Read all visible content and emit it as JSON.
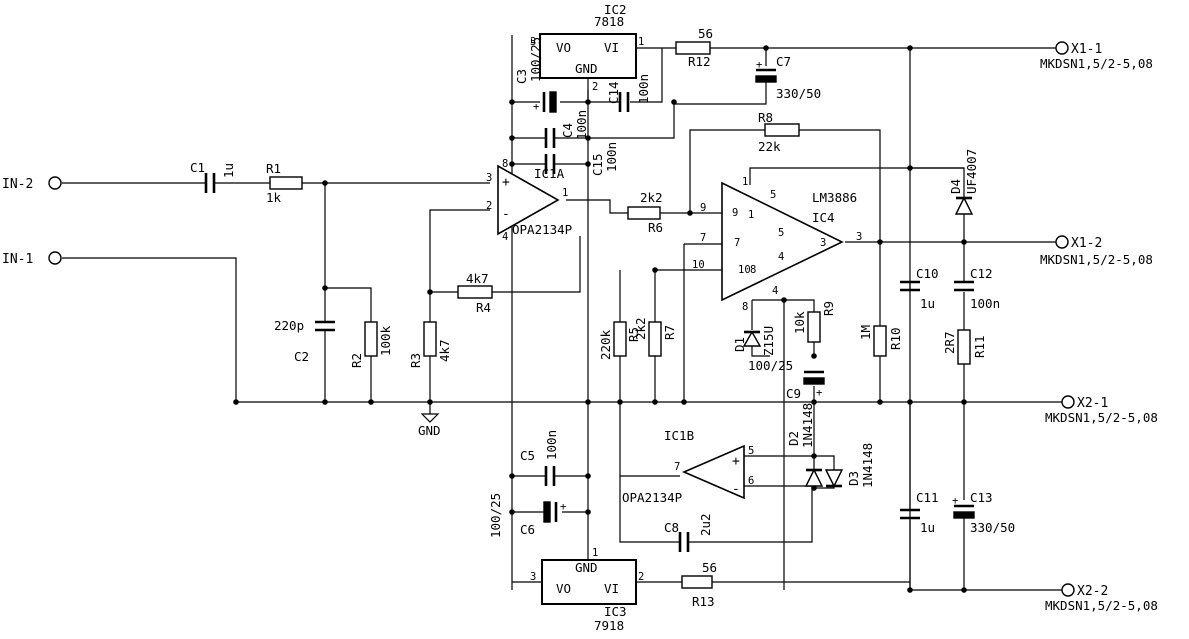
{
  "terminals": {
    "in2": "IN-2",
    "in1": "IN-1",
    "x11": "X1-1",
    "x12": "X1-2",
    "x21": "X2-1",
    "x22": "X2-2",
    "connector": "MKDSN1,5/2-5,08"
  },
  "ground_label": "GND",
  "regulators": {
    "ic2": {
      "ref": "IC2",
      "part": "7818",
      "vo": "VO",
      "vi": "VI",
      "gnd": "GND",
      "p1": "1",
      "p2": "2",
      "p3": "3"
    },
    "ic3": {
      "ref": "IC3",
      "part": "7918",
      "vo": "VO",
      "vi": "VI",
      "gnd": "GND",
      "p1": "1",
      "p2": "2",
      "p3": "3"
    }
  },
  "opamps": {
    "ic1a": {
      "ref": "IC1A",
      "part": "OPA2134P",
      "p3": "3",
      "p2": "2",
      "p1": "1",
      "p8": "8",
      "p4": "4"
    },
    "ic1b": {
      "ref": "IC1B",
      "part": "OPA2134P",
      "p5": "5",
      "p6": "6",
      "p7": "7"
    }
  },
  "power_amp": {
    "ref": "IC4",
    "part": "LM3886",
    "ext_pins": {
      "p1": "1",
      "p9": "9",
      "p7": "7",
      "p10": "10",
      "p3": "3",
      "p8": "8",
      "p4": "4"
    },
    "int_pins": {
      "i1": "1",
      "i5": "5",
      "i5b": "5",
      "i9": "9",
      "i7": "7",
      "i3": "3",
      "i4": "4",
      "i10": "10",
      "i8": "8"
    }
  },
  "components": {
    "c1": {
      "ref": "C1",
      "value": "1u"
    },
    "c2": {
      "ref": "C2",
      "value": "220p"
    },
    "c3": {
      "ref": "C3",
      "value": "100/25"
    },
    "c4": {
      "ref": "C4",
      "value": "100n"
    },
    "c5": {
      "ref": "C5",
      "value": "100n"
    },
    "c6": {
      "ref": "C6",
      "value": "100/25"
    },
    "c7": {
      "ref": "C7",
      "value": "330/50"
    },
    "c8": {
      "ref": "C8",
      "value": "2u2"
    },
    "c9": {
      "ref": "C9",
      "value": "100/25"
    },
    "c10": {
      "ref": "C10",
      "value": "1u"
    },
    "c11": {
      "ref": "C11",
      "value": "1u"
    },
    "c12": {
      "ref": "C12",
      "value": "100n"
    },
    "c13": {
      "ref": "C13",
      "value": "330/50"
    },
    "c14": {
      "ref": "C14",
      "value": "100n"
    },
    "c15": {
      "ref": "C15",
      "value": "100n"
    },
    "r1": {
      "ref": "R1",
      "value": "1k"
    },
    "r2": {
      "ref": "R2",
      "value": "100k"
    },
    "r3": {
      "ref": "R3",
      "value": "4k7"
    },
    "r4": {
      "ref": "R4",
      "value": "4k7"
    },
    "r5": {
      "ref": "R5",
      "value": "220k"
    },
    "r6": {
      "ref": "R6",
      "value": "2k2"
    },
    "r7": {
      "ref": "R7",
      "value": "2k2"
    },
    "r8": {
      "ref": "R8",
      "value": "22k"
    },
    "r9": {
      "ref": "R9",
      "value": "10k"
    },
    "r10": {
      "ref": "R10",
      "value": "1M"
    },
    "r11": {
      "ref": "R11",
      "value": "2R7"
    },
    "r12": {
      "ref": "R12",
      "value": "56"
    },
    "r13": {
      "ref": "R13",
      "value": "56"
    },
    "d1": {
      "ref": "D1",
      "value": "Z15U"
    },
    "d2": {
      "ref": "D2",
      "value": "1N4148"
    },
    "d3": {
      "ref": "D3",
      "value": "1N4148"
    },
    "d4": {
      "ref": "D4",
      "value": "UF4007"
    }
  },
  "polarity": {
    "plus": "+",
    "minus": "-"
  }
}
